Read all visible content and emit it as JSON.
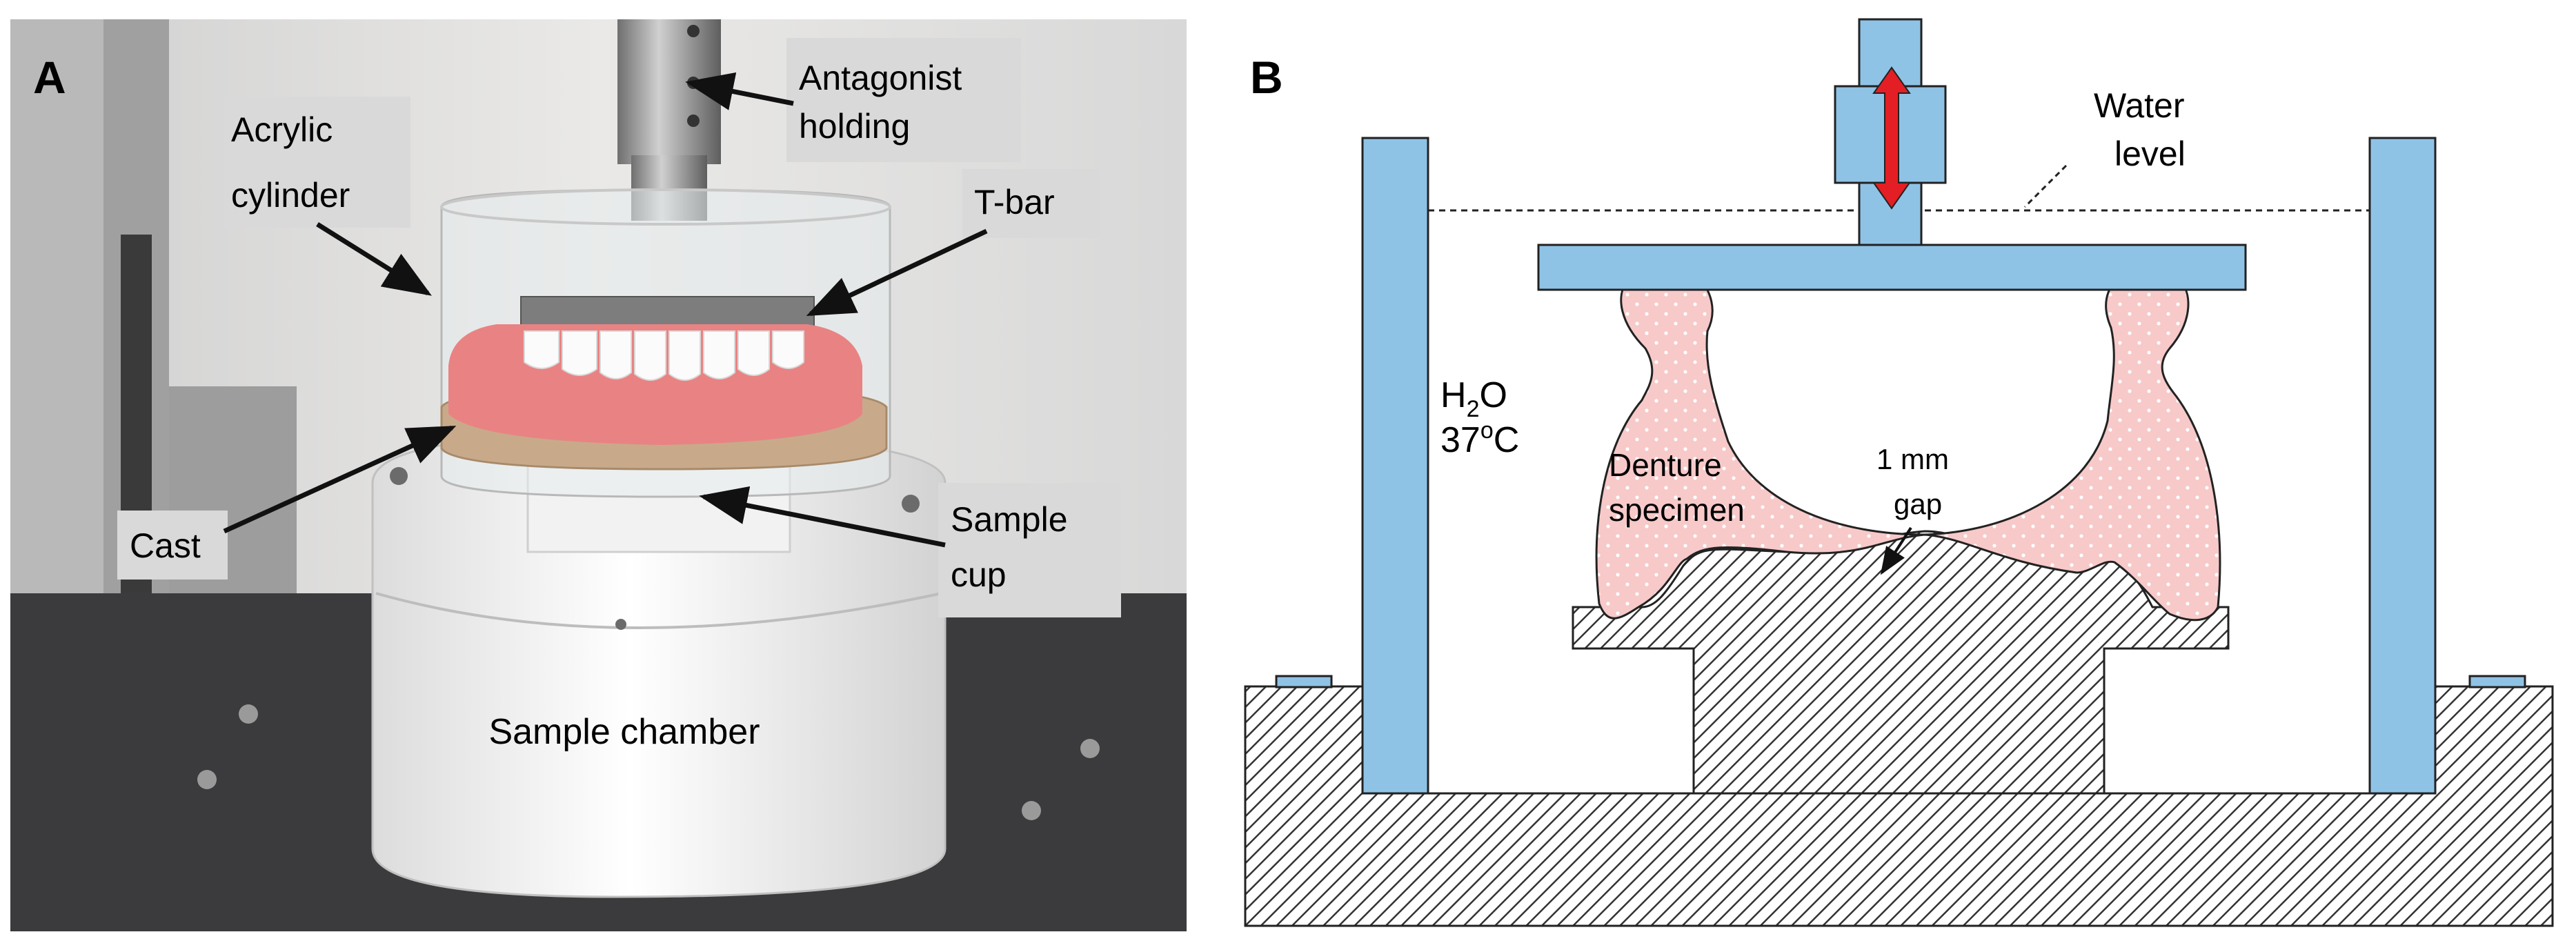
{
  "panel_a": {
    "letter": "A",
    "labels": {
      "antagonist": [
        "Antagonist",
        "holding"
      ],
      "acrylic": [
        "Acrylic",
        "cylinder"
      ],
      "tbar": "T-bar",
      "cast": "Cast",
      "cup": [
        "Sample",
        "cup"
      ],
      "chamber": "Sample chamber"
    }
  },
  "panel_b": {
    "letter": "B",
    "labels": {
      "water": [
        "Water",
        "level"
      ],
      "h2o_main": "H",
      "h2o_sub": "2",
      "h2o_tail": "O",
      "temp_main": "37",
      "temp_sup": "o",
      "temp_tail": "C",
      "denture": [
        "Denture",
        "specimen"
      ],
      "gap": [
        "1 mm",
        "gap"
      ]
    }
  },
  "colors": {
    "frame_blue": "#8fc3e6",
    "denture_pink": "#f7c9c9",
    "arrow_red": "#e31e24",
    "label_box": "#d9d9d9"
  }
}
